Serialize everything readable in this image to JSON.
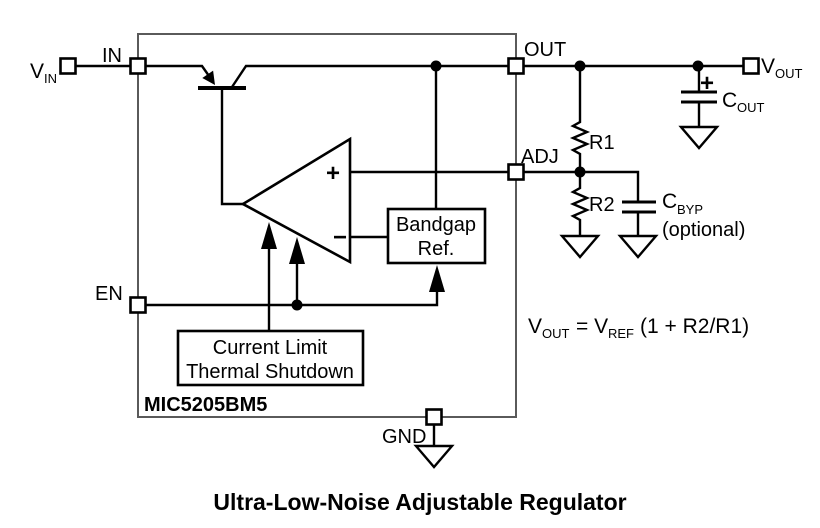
{
  "diagram": {
    "part_number": "MIC5205BM5",
    "caption": "Ultra-Low-Noise Adjustable Regulator",
    "pins": {
      "in": "IN",
      "out": "OUT",
      "adj": "ADJ",
      "en": "EN",
      "gnd": "GND"
    },
    "terminals": {
      "vin_main": "V",
      "vin_sub": "IN",
      "vout_main": "V",
      "vout_sub": "OUT"
    },
    "components": {
      "r1": "R1",
      "r2": "R2",
      "cout_main": "C",
      "cout_sub": "OUT",
      "cout_polarity": "+",
      "cbyp_main": "C",
      "cbyp_sub": "BYP",
      "cbyp_note": "(optional)"
    },
    "blocks": {
      "bandgap_line1": "Bandgap",
      "bandgap_line2": "Ref.",
      "limit_line1": "Current Limit",
      "limit_line2": "Thermal Shutdown"
    },
    "opamp": {
      "plus": "+",
      "minus": "−"
    },
    "formula": {
      "p1": "V",
      "p2": "OUT",
      "p3": "= V",
      "p4": "REF",
      "p5": "(1 + R2/R1)"
    },
    "colors": {
      "wire": "#000000",
      "chip_outline": "#5a5a5a",
      "background": "#ffffff"
    }
  }
}
